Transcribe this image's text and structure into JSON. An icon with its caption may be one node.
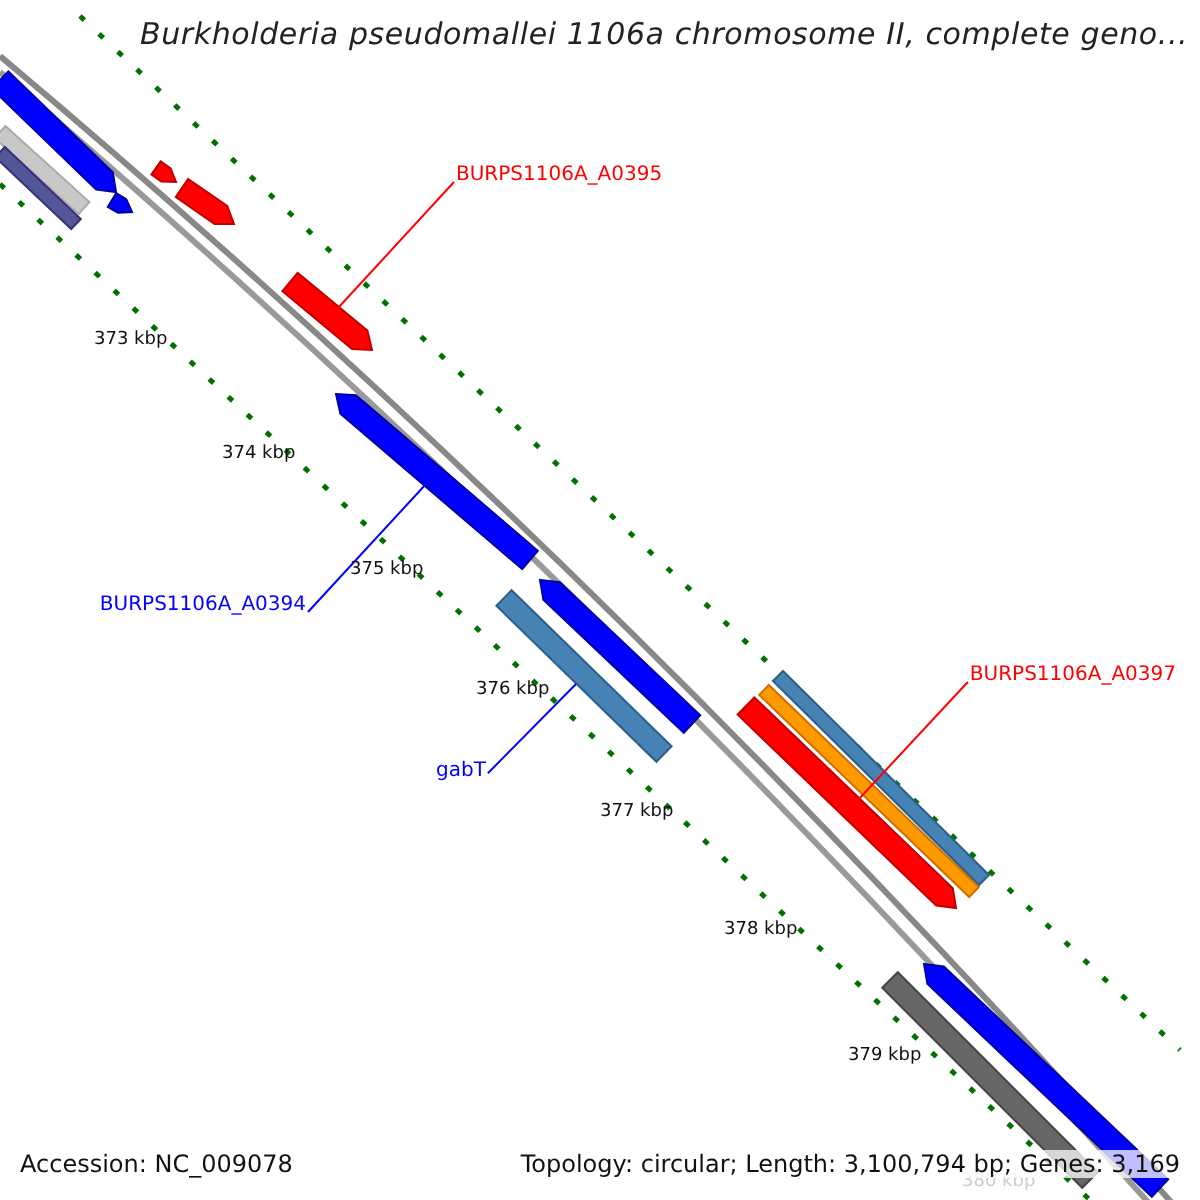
{
  "diagram": {
    "title": "Burkholderia pseudomallei 1106a chromosome II, complete geno...",
    "nodes": [
      {
        "text": [
          "BURPS1106A_A0395"
        ]
      },
      {
        "text": [],
        "shape": "bar"
      },
      {
        "text": [
          "BURPS1106A_A0394"
        ]
      },
      {
        "text": [],
        "shape": "bar"
      },
      {
        "text": [
          "gabT"
        ]
      },
      {
        "text": [],
        "shape": "bar"
      },
      {
        "text": [
          "BURPS1106A_A0397"
        ]
      },
      {
        "text": [],
        "shape": "bar"
      }
    ],
    "edges": [
      {
        "from": 0,
        "to": 1,
        "arrow": "none",
        "color": "#ff0000"
      },
      {
        "from": 2,
        "to": 3,
        "arrow": "none",
        "color": "#0000ff"
      },
      {
        "from": 4,
        "to": 5,
        "arrow": "none",
        "color": "#0000ff"
      },
      {
        "from": 6,
        "to": 7,
        "arrow": "none",
        "color": "#ff0000"
      }
    ],
    "labels": [
      "373 kbp",
      "374 kbp",
      "375 kbp",
      "376 kbp",
      "377 kbp",
      "378 kbp",
      "379 kbp",
      "380 kbp",
      "Accession: NC_009078",
      "Topology: circular; Length: 3,100,794 bp; Genes: 3,169"
    ]
  }
}
